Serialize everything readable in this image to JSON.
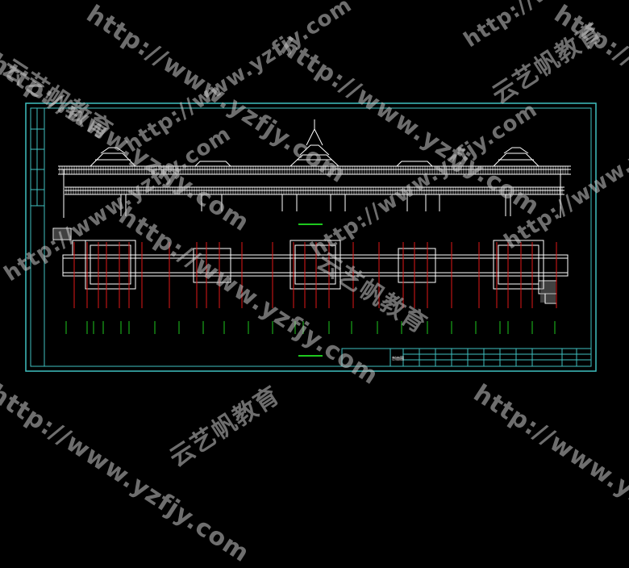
{
  "drawing": {
    "title_block_label": "剖面图",
    "colors": {
      "background": "#000000",
      "frame": "#3fbfbf",
      "linework": "#ffffff",
      "grid_red": "#e01818",
      "grid_green": "#1ec81e"
    }
  },
  "watermarks": {
    "url": "http://www.yzfjy.com",
    "brand": "云艺帆教育"
  }
}
